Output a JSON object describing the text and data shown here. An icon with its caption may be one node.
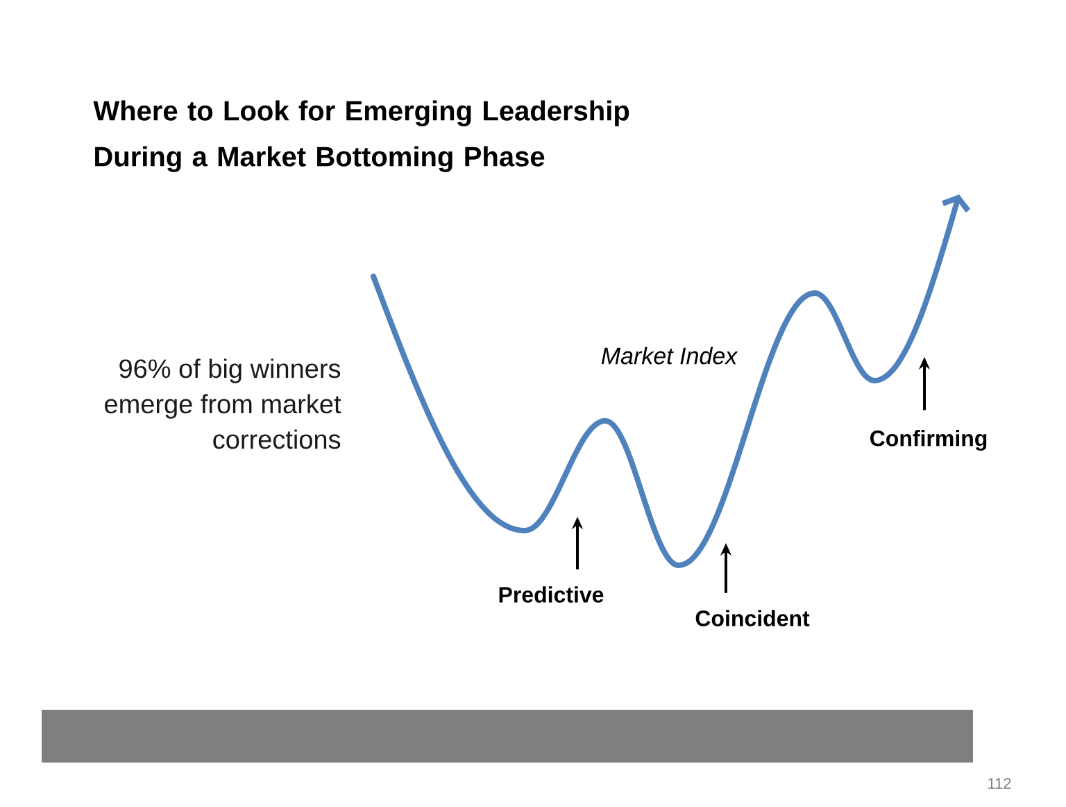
{
  "diagram": {
    "title": "Where to Look for Emerging Leadership During a Market Bottoming Phase",
    "nodes": [
      {
        "text": [
          "Predictive"
        ]
      },
      {
        "text": [
          "Coincident"
        ]
      },
      {
        "text": [
          "Confirming"
        ]
      }
    ],
    "edges": [
      {
        "from": 0,
        "to": null,
        "arrow": "to"
      },
      {
        "from": 1,
        "to": null,
        "arrow": "to"
      },
      {
        "from": 2,
        "to": null,
        "arrow": "to"
      }
    ],
    "labels": [
      "96% of big winners emerge from market corrections",
      "Market Index",
      "112"
    ]
  }
}
